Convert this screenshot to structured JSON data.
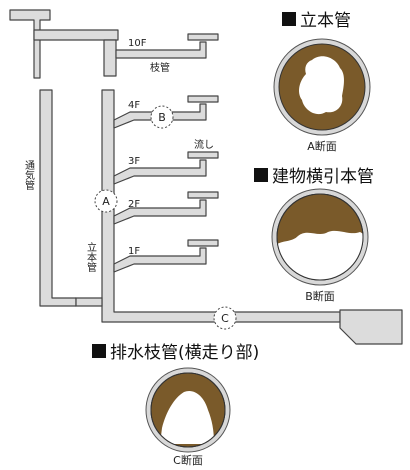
{
  "headings": {
    "vertical_pipe": "立本管",
    "building_main": "建物横引本管",
    "branch_drain": "排水枝管(横走り部)"
  },
  "section_captions": {
    "a": "A断面",
    "b": "B断面",
    "c": "C断面"
  },
  "markers": {
    "a": "A",
    "b": "B",
    "c": "C"
  },
  "floors": {
    "f10": "10F",
    "f4": "4F",
    "f3": "3F",
    "f2": "2F",
    "f1": "1F"
  },
  "labels": {
    "branch_pipe": "枝管",
    "sink": "流し",
    "vent_pipe": "通気管",
    "vertical_pipe": "立本管"
  },
  "colors": {
    "deposit": "#7a5a2a",
    "pipe_outline": "#444444",
    "pipe_fill": "#dddddd"
  }
}
